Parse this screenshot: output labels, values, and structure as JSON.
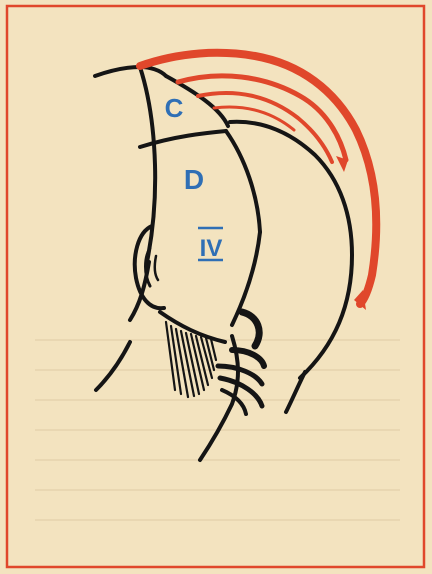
{
  "diagram": {
    "section_labels": {
      "c": "C",
      "d": "D",
      "iv": "IV"
    },
    "colors": {
      "paper": "#f3e3bf",
      "frame": "#e0472b",
      "arrow": "#e0472b",
      "ink": "#151515",
      "label": "#2f6fb5"
    }
  }
}
